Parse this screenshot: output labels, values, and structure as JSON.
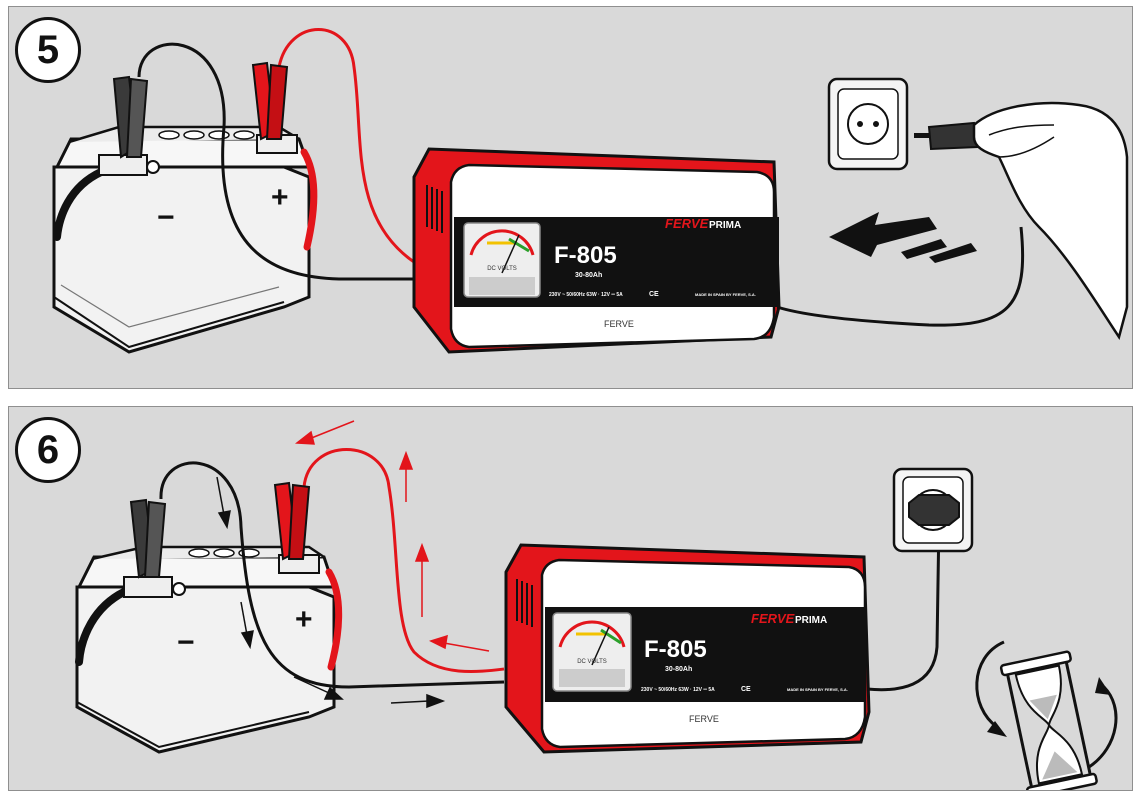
{
  "steps": [
    {
      "number": "5"
    },
    {
      "number": "6"
    }
  ],
  "charger": {
    "brand_primary": "FERVE",
    "brand_secondary": "PRIMA",
    "model": "F-805",
    "capacity": "30-80Ah",
    "meter_label": "DC VOLTS",
    "specs": "230V ~ 50/60Hz 63W · 12V ═ 5A",
    "ce_mark": "CE",
    "made_in": "MADE IN SPAIN BY FERVE, S.A.",
    "front_logo": "FERVE"
  },
  "battery": {
    "negative_sign": "−",
    "positive_sign": "+"
  },
  "colors": {
    "charger_red": "#e3151b",
    "cable_red": "#e3151b",
    "cable_black": "#111111",
    "background": "#d9d9d9",
    "panel_dark": "#111111"
  },
  "icons": {
    "mains_outlet": "wall-socket-icon",
    "hand": "hand-plug-icon",
    "direction_arrow": "arrow-left-icon",
    "time": "hourglass-icon"
  }
}
